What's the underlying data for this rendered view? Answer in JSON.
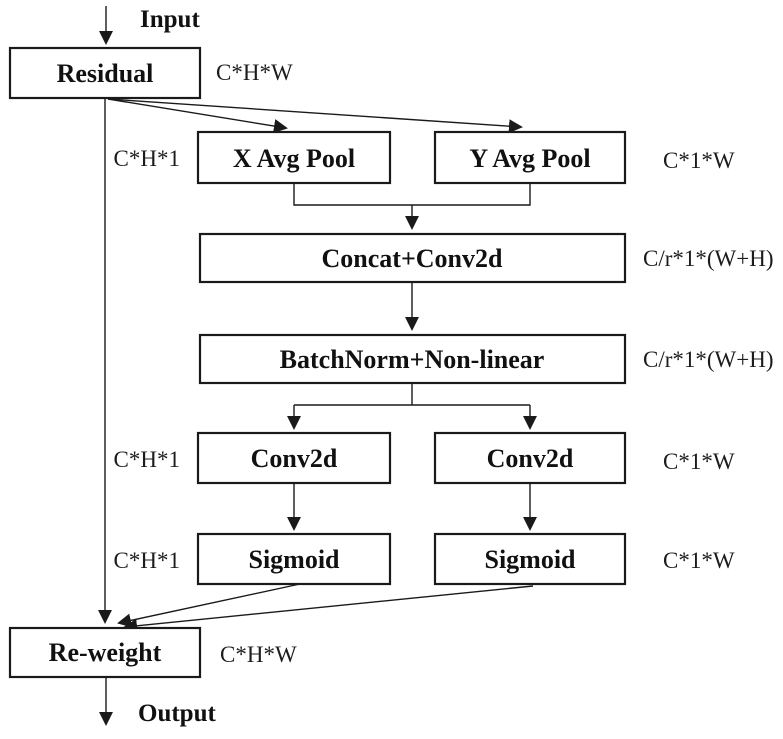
{
  "diagram": {
    "io": {
      "input_label": "Input",
      "output_label": "Output"
    },
    "nodes": {
      "residual": {
        "label": "Residual",
        "dim": "C*H*W"
      },
      "xpool": {
        "label": "X Avg Pool",
        "dim": "C*H*1"
      },
      "ypool": {
        "label": "Y Avg Pool",
        "dim": "C*1*W"
      },
      "concat": {
        "label": "Concat+Conv2d",
        "dim": "C/r*1*(W+H)"
      },
      "batchnorm": {
        "label": "BatchNorm+Non-linear",
        "dim": "C/r*1*(W+H)"
      },
      "conv_x": {
        "label": "Conv2d",
        "dim": "C*H*1"
      },
      "conv_y": {
        "label": "Conv2d",
        "dim": "C*1*W"
      },
      "sigmoid_x": {
        "label": "Sigmoid",
        "dim": "C*H*1"
      },
      "sigmoid_y": {
        "label": "Sigmoid",
        "dim": "C*1*W"
      },
      "reweight": {
        "label": "Re-weight",
        "dim": "C*H*W"
      }
    },
    "colors": {
      "stroke": "#1a1a1a",
      "text": "#111111",
      "background": "#ffffff"
    }
  }
}
